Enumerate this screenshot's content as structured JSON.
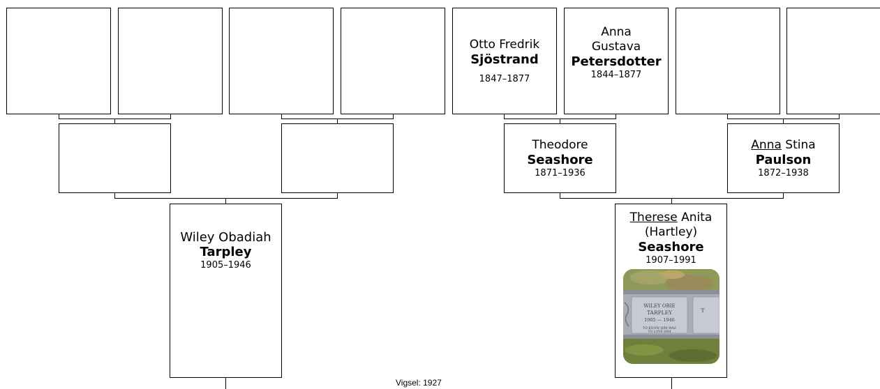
{
  "persons": {
    "otto": {
      "given": "Otto Fredrik",
      "surname": "Sjöstrand",
      "years": "1847–1877"
    },
    "anna_g": {
      "given": "Anna Gustava",
      "surname": "Petersdotter",
      "years": "1844–1877"
    },
    "theodore": {
      "given": "Theodore",
      "surname": "Seashore",
      "years": "1871–1936"
    },
    "anna_s": {
      "given_underlined": "Anna",
      "given_rest": " Stina",
      "surname": "Paulson",
      "years": "1872–1938"
    },
    "wiley": {
      "given": "Wiley Obadiah",
      "surname": "Tarpley",
      "years": "1905–1946"
    },
    "therese": {
      "given_underlined": "Therese",
      "given_rest": " Anita",
      "maiden": "(Hartley)",
      "surname": "Seashore",
      "years": "1907–1991"
    }
  },
  "headstone": {
    "line1": "WILEY OBIE",
    "line2": "TARPLEY",
    "line3": "1905 — 1946",
    "line4": "TO KNOW HIM WAS",
    "line5": "TO LOVE HIM",
    "partial": "T"
  },
  "marriage": "Vigsel: 1927"
}
